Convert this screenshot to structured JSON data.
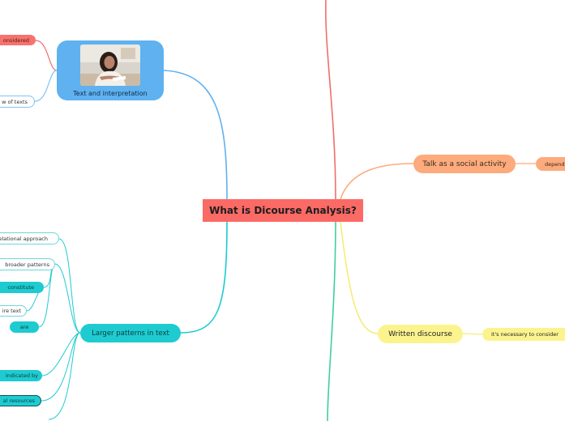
{
  "central": {
    "label": "What is Dicourse Analysis?"
  },
  "branches": {
    "talk": {
      "label": "Talk as a social activity",
      "child": "depend",
      "color": "#fdab7c"
    },
    "written": {
      "label": "Written discourse",
      "child": "it's necessary to consider",
      "color": "#fbf48e"
    },
    "text": {
      "label": "Text and interpretation",
      "image": "person-reading-photo",
      "children": [
        "onsidered",
        "w of texts"
      ],
      "color": "#5fb1ef"
    },
    "patterns": {
      "label": "Larger patterns in text",
      "children": [
        "elational approach",
        "broader patterns",
        "constitute",
        "ire text",
        "are",
        "indicated by",
        "al resources"
      ],
      "color": "#1ecbd0"
    }
  },
  "connector_colors": {
    "red": "#ef6f6a",
    "orange": "#fdab7c",
    "yellow": "#f5ec7a",
    "blue": "#5fb1ef",
    "teal": "#1ecbd0",
    "green": "#3fcf9f"
  }
}
